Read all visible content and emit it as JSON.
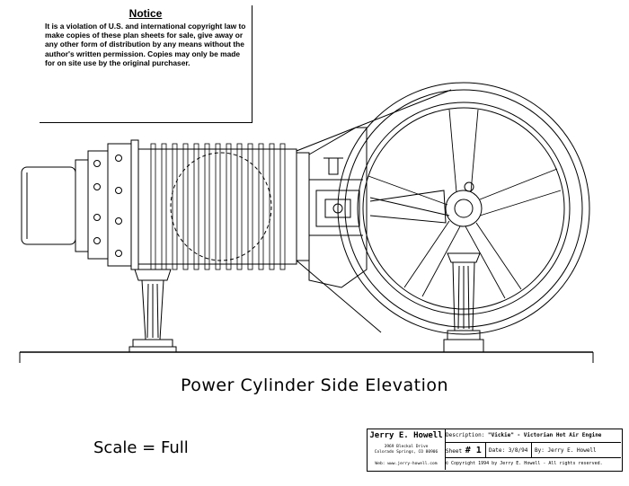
{
  "notice": {
    "title": "Notice",
    "body": "It is a violation of U.S. and international copyright law to make copies of these plan sheets for sale, give away or any other form of distribution by any means without the author's written permission. Copies may only be made for on site use by the original purchaser."
  },
  "caption": "Power Cylinder Side Elevation",
  "scale": "Scale = Full",
  "title_block": {
    "author": "Jerry E. Howell",
    "address_line1": "3969 Bleckal Drive",
    "address_line2": "Colorado Springs, CO 80906",
    "web": "Web: www.jerry-howell.com",
    "description_label": "Description:",
    "description": "\"Vickie\" - Victorian Hot Air Engine",
    "sheet_label": "Sheet",
    "sheet_number": "# 1",
    "date_label": "Date:",
    "date": "3/8/94",
    "by_label": "By:",
    "by": "Jerry E. Howell",
    "copyright": "Copyright 1994 by Jerry E. Howell - All rights reserved."
  }
}
